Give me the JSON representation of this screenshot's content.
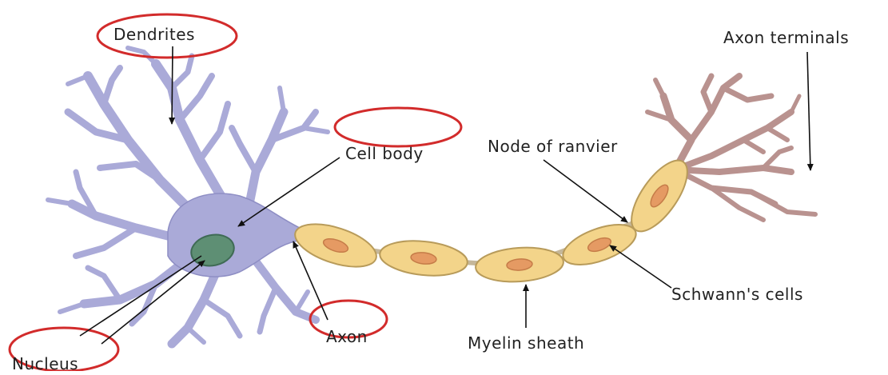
{
  "diagram": {
    "labels": {
      "dendrites": "Dendrites",
      "cell_body": "Cell body",
      "nucleus": "Nucleus",
      "axon": "Axon",
      "myelin_sheath": "Myelin sheath",
      "node_of_ranvier": "Node of ranvier",
      "schwanns_cells": "Schwann's cells",
      "axon_terminals": "Axon terminals"
    },
    "colors": {
      "cell_body": "#aaaad8",
      "nucleus": "#5e8f74",
      "myelin": "#f3d48a",
      "myelin_nucleus": "#e59a63",
      "axon_terminal": "#b9928f",
      "highlight_ellipse": "#d22b2b"
    }
  }
}
